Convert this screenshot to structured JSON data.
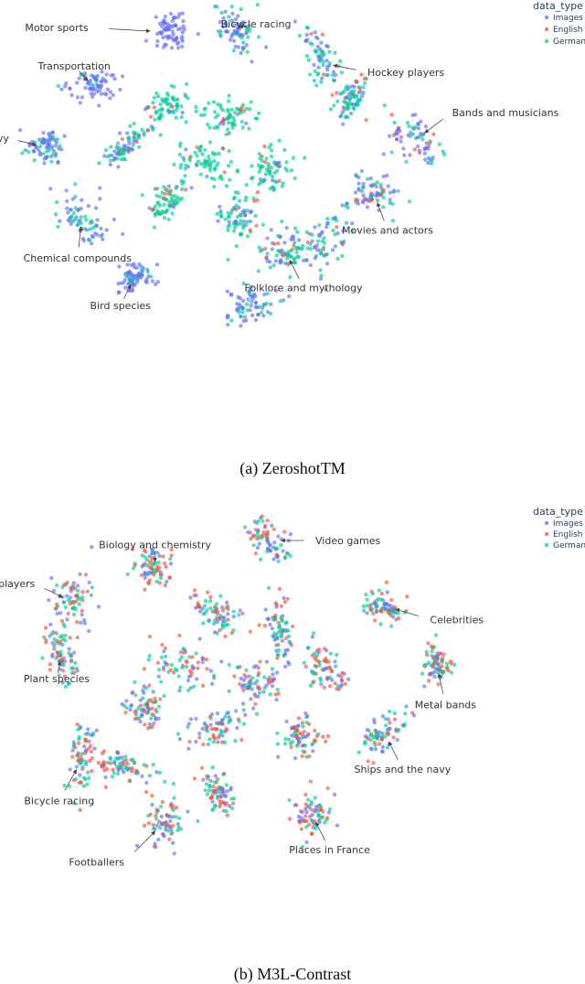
{
  "colors": {
    "Images": "#636efa",
    "English": "#ef553b",
    "German": "#00cc96",
    "ann_text": "#333333",
    "arrow": "#444444"
  },
  "chart_data": [
    {
      "type": "scatter",
      "caption": "(a) ZeroshotTM",
      "legend": {
        "title": "data_type",
        "entries": [
          "Images",
          "English",
          "German"
        ],
        "position": "top-right"
      },
      "xlim": [
        0,
        100
      ],
      "ylim": [
        0,
        100
      ],
      "grid": false,
      "series": [
        {
          "name": "Images",
          "points_note": "dense blue clusters at topic peripheries"
        },
        {
          "name": "English",
          "points_note": "overlaid on German points near center"
        },
        {
          "name": "German"
        }
      ],
      "clusters": [
        {
          "label": "Motor sports",
          "x": 31,
          "y": 94,
          "img": 1.0,
          "eng": 0.0,
          "ger": 0.0
        },
        {
          "label": "Bicycle racing",
          "x": 43,
          "y": 95,
          "img": 0.7,
          "eng": 0.0,
          "ger": 0.3
        },
        {
          "label": "Hockey players",
          "x": 60,
          "y": 86,
          "img": 0.4,
          "eng": 0.1,
          "ger": 0.5
        },
        {
          "label": "Transportation",
          "x": 16,
          "y": 80,
          "img": 0.9,
          "eng": 0.0,
          "ger": 0.1
        },
        {
          "label": "Bands and musicians",
          "x": 78,
          "y": 66,
          "img": 0.5,
          "eng": 0.1,
          "ger": 0.4
        },
        {
          "label": "Ships and the navy",
          "x": 7,
          "y": 64,
          "img": 0.7,
          "eng": 0.0,
          "ger": 0.3
        },
        {
          "label": "Movies and actors",
          "x": 70,
          "y": 52,
          "img": 0.5,
          "eng": 0.1,
          "ger": 0.4
        },
        {
          "label": "Chemical compounds",
          "x": 14,
          "y": 46,
          "img": 0.6,
          "eng": 0.0,
          "ger": 0.4
        },
        {
          "label": "Bird species",
          "x": 24,
          "y": 30,
          "img": 0.8,
          "eng": 0.0,
          "ger": 0.2
        },
        {
          "label": "Folklore and mythology",
          "x": 53,
          "y": 37,
          "img": 0.5,
          "eng": 0.1,
          "ger": 0.4
        },
        {
          "label": "",
          "x": 30,
          "y": 74,
          "img": 0.1,
          "eng": 0.1,
          "ger": 0.8
        },
        {
          "label": "",
          "x": 42,
          "y": 72,
          "img": 0.1,
          "eng": 0.1,
          "ger": 0.8
        },
        {
          "label": "",
          "x": 38,
          "y": 60,
          "img": 0.1,
          "eng": 0.1,
          "ger": 0.8
        },
        {
          "label": "",
          "x": 50,
          "y": 58,
          "img": 0.1,
          "eng": 0.1,
          "ger": 0.8
        },
        {
          "label": "",
          "x": 30,
          "y": 50,
          "img": 0.2,
          "eng": 0.1,
          "ger": 0.7
        },
        {
          "label": "",
          "x": 44,
          "y": 46,
          "img": 0.2,
          "eng": 0.1,
          "ger": 0.7
        },
        {
          "label": "",
          "x": 60,
          "y": 40,
          "img": 0.5,
          "eng": 0.1,
          "ger": 0.4
        },
        {
          "label": "",
          "x": 46,
          "y": 23,
          "img": 0.6,
          "eng": 0.0,
          "ger": 0.4
        },
        {
          "label": "",
          "x": 22,
          "y": 64,
          "img": 0.4,
          "eng": 0.1,
          "ger": 0.5
        },
        {
          "label": "",
          "x": 66,
          "y": 77,
          "img": 0.2,
          "eng": 0.1,
          "ger": 0.7
        }
      ]
    },
    {
      "type": "scatter",
      "caption": "(b) M3L-Contrast",
      "legend": {
        "title": "data_type",
        "entries": [
          "Images",
          "English",
          "German"
        ],
        "position": "top-right"
      },
      "xlim": [
        0,
        100
      ],
      "ylim": [
        0,
        100
      ],
      "grid": false,
      "series": [
        {
          "name": "Images"
        },
        {
          "name": "English"
        },
        {
          "name": "German"
        }
      ],
      "clusters": [
        {
          "label": "Video games",
          "x": 50,
          "y": 95,
          "img": 0.3,
          "eng": 0.35,
          "ger": 0.35
        },
        {
          "label": "Biology and chemistry",
          "x": 28,
          "y": 88,
          "img": 0.3,
          "eng": 0.35,
          "ger": 0.35
        },
        {
          "label": "Hockey players",
          "x": 12,
          "y": 79,
          "img": 0.4,
          "eng": 0.3,
          "ger": 0.3
        },
        {
          "label": "Celebrities",
          "x": 72,
          "y": 78,
          "img": 0.3,
          "eng": 0.35,
          "ger": 0.35
        },
        {
          "label": "Plant species",
          "x": 10,
          "y": 65,
          "img": 0.3,
          "eng": 0.35,
          "ger": 0.35
        },
        {
          "label": "Metal bands",
          "x": 82,
          "y": 63,
          "img": 0.3,
          "eng": 0.4,
          "ger": 0.3
        },
        {
          "label": "Ships and the navy",
          "x": 72,
          "y": 45,
          "img": 0.35,
          "eng": 0.3,
          "ger": 0.35
        },
        {
          "label": "Bicycle racing",
          "x": 14,
          "y": 38,
          "img": 0.3,
          "eng": 0.35,
          "ger": 0.35
        },
        {
          "label": "Footballers",
          "x": 30,
          "y": 22,
          "img": 0.3,
          "eng": 0.35,
          "ger": 0.35
        },
        {
          "label": "Places in France",
          "x": 58,
          "y": 24,
          "img": 0.3,
          "eng": 0.35,
          "ger": 0.35
        },
        {
          "label": "",
          "x": 40,
          "y": 76,
          "img": 0.3,
          "eng": 0.35,
          "ger": 0.35
        },
        {
          "label": "",
          "x": 52,
          "y": 72,
          "img": 0.3,
          "eng": 0.35,
          "ger": 0.35
        },
        {
          "label": "",
          "x": 34,
          "y": 62,
          "img": 0.3,
          "eng": 0.35,
          "ger": 0.35
        },
        {
          "label": "",
          "x": 48,
          "y": 58,
          "img": 0.3,
          "eng": 0.35,
          "ger": 0.35
        },
        {
          "label": "",
          "x": 60,
          "y": 62,
          "img": 0.3,
          "eng": 0.35,
          "ger": 0.35
        },
        {
          "label": "",
          "x": 40,
          "y": 46,
          "img": 0.3,
          "eng": 0.35,
          "ger": 0.35
        },
        {
          "label": "",
          "x": 56,
          "y": 44,
          "img": 0.3,
          "eng": 0.35,
          "ger": 0.35
        },
        {
          "label": "",
          "x": 26,
          "y": 52,
          "img": 0.3,
          "eng": 0.35,
          "ger": 0.35
        },
        {
          "label": "",
          "x": 40,
          "y": 30,
          "img": 0.3,
          "eng": 0.35,
          "ger": 0.35
        },
        {
          "label": "",
          "x": 22,
          "y": 36,
          "img": 0.3,
          "eng": 0.35,
          "ger": 0.35
        }
      ]
    }
  ]
}
